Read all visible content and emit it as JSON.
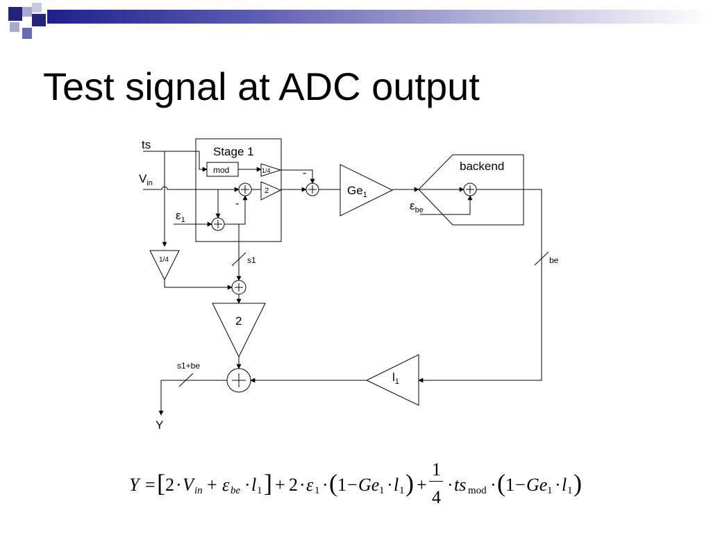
{
  "title": "Test signal at ADC output",
  "colors": {
    "band_dark": "#1f1f8c",
    "square_dark": "#23237e",
    "square_light": "#a8a8d0"
  },
  "labels": {
    "ts": "ts",
    "vin_main": "V",
    "vin_sub": "in",
    "stage1": "Stage 1",
    "mod": "mod",
    "quarter_small": "1/4",
    "gain2_small": "2",
    "minus_top": "-",
    "minus_mid": "-",
    "eps1_main": "ε",
    "eps1_sub": "1",
    "ge1_main": "Ge",
    "ge1_sub": "1",
    "backend": "backend",
    "epsbe_main": "ε",
    "epsbe_sub": "be",
    "quarter_left": "1/4",
    "s1": "s1",
    "be": "be",
    "gain2_big": "2",
    "s1be": "s1+be",
    "l1_main": "l",
    "l1_sub": "1",
    "y_out": "Y"
  },
  "equation": {
    "Y": "Y",
    "eq": "=",
    "lb": "[",
    "two": "2",
    "dot": "·",
    "V": "V",
    "in": "in",
    "plus": "+",
    "eps": "ε",
    "be": "be",
    "l": "l",
    "one": "1",
    "rb": "]",
    "lp": "(",
    "rp": ")",
    "minus": "−",
    "Ge": "Ge",
    "num": "1",
    "den": "4",
    "ts": "ts",
    "mod": "mod"
  }
}
